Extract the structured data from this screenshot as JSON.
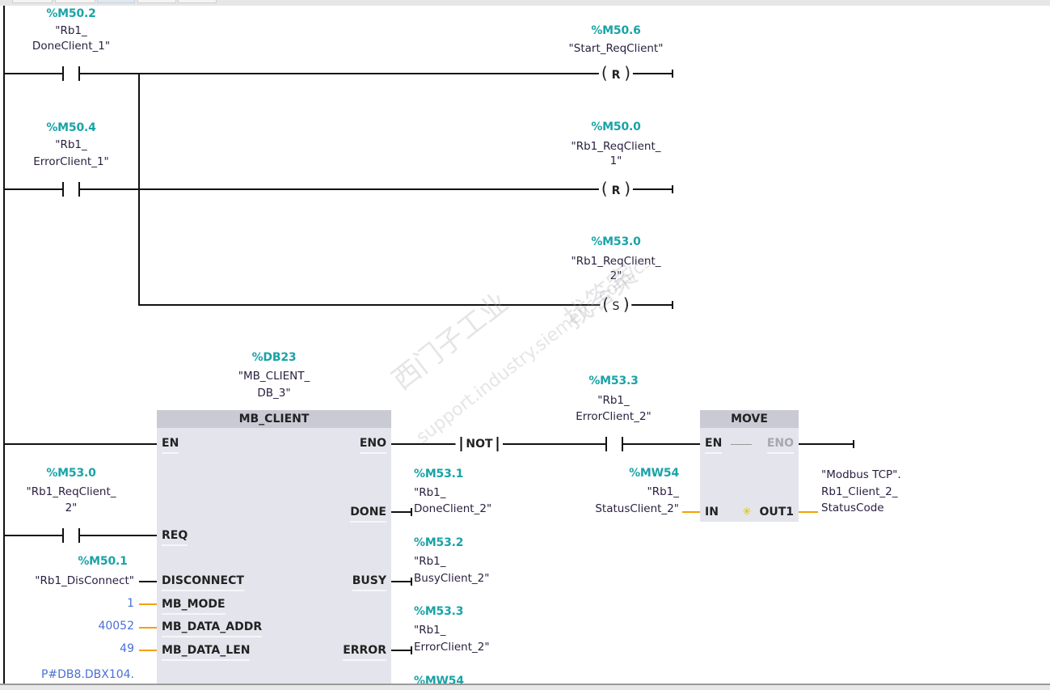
{
  "network": {
    "contacts": [
      {
        "address": "%M50.2",
        "symbol_line1": "\"Rb1_",
        "symbol_line2": "DoneClient_1\""
      },
      {
        "address": "%M50.4",
        "symbol_line1": "\"Rb1_",
        "symbol_line2": "ErrorClient_1\""
      }
    ],
    "coils": [
      {
        "address": "%M50.6",
        "symbol_line1": "\"Start_ReqClient\"",
        "symbol_line2": "",
        "type": "R"
      },
      {
        "address": "%M50.0",
        "symbol_line1": "\"Rb1_ReqClient_",
        "symbol_line2": "1\"",
        "type": "R"
      },
      {
        "address": "%M53.0",
        "symbol_line1": "\"Rb1_ReqClient_",
        "symbol_line2": "2\"",
        "type": "S"
      }
    ]
  },
  "mb_client": {
    "instance_address": "%DB23",
    "instance_line1": "\"MB_CLIENT_",
    "instance_line2": "DB_3\"",
    "title": "MB_CLIENT",
    "pins_left": {
      "en": "EN",
      "req": "REQ",
      "disconnect": "DISCONNECT",
      "mb_mode": "MB_MODE",
      "mb_data_addr": "MB_DATA_ADDR",
      "mb_data_len": "MB_DATA_LEN"
    },
    "pins_right": {
      "eno": "ENO",
      "done": "DONE",
      "busy": "BUSY",
      "error": "ERROR"
    },
    "req_contact": {
      "address": "%M53.0",
      "symbol_line1": "\"Rb1_ReqClient_",
      "symbol_line2": "2\""
    },
    "disconnect_input": {
      "address": "%M50.1",
      "symbol": "\"Rb1_DisConnect\""
    },
    "mb_mode_value": "1",
    "mb_data_addr_value": "40052",
    "mb_data_len_value": "49",
    "mb_data_ptr_value": "P#DB8.DBX104.",
    "done_output": {
      "address": "%M53.1",
      "symbol_line1": "\"Rb1_",
      "symbol_line2": "DoneClient_2\""
    },
    "busy_output": {
      "address": "%M53.2",
      "symbol_line1": "\"Rb1_",
      "symbol_line2": "BusyClient_2\""
    },
    "error_output": {
      "address": "%M53.3",
      "symbol_line1": "\"Rb1_",
      "symbol_line2": "ErrorClient_2\""
    },
    "status_output_address": "%MW54"
  },
  "not_label": "NOT",
  "error_contact": {
    "address": "%M53.3",
    "symbol_line1": "\"Rb1_",
    "symbol_line2": "ErrorClient_2\""
  },
  "move_box": {
    "title": "MOVE",
    "pin_en": "EN",
    "pin_eno": "ENO",
    "pin_in": "IN",
    "pin_out": "OUT1",
    "sparkle_icon": "✳",
    "in_address": "%MW54",
    "in_line1": "\"Rb1_",
    "in_line2": "StatusClient_2\"",
    "out_line1": "\"Modbus TCP\".",
    "out_line2": "Rb1_Client_2_",
    "out_line3": "StatusCode"
  },
  "watermark": {
    "line1": "西门子工业",
    "line2": "support.industry.siemens.com/cs",
    "line3": "找答案"
  }
}
